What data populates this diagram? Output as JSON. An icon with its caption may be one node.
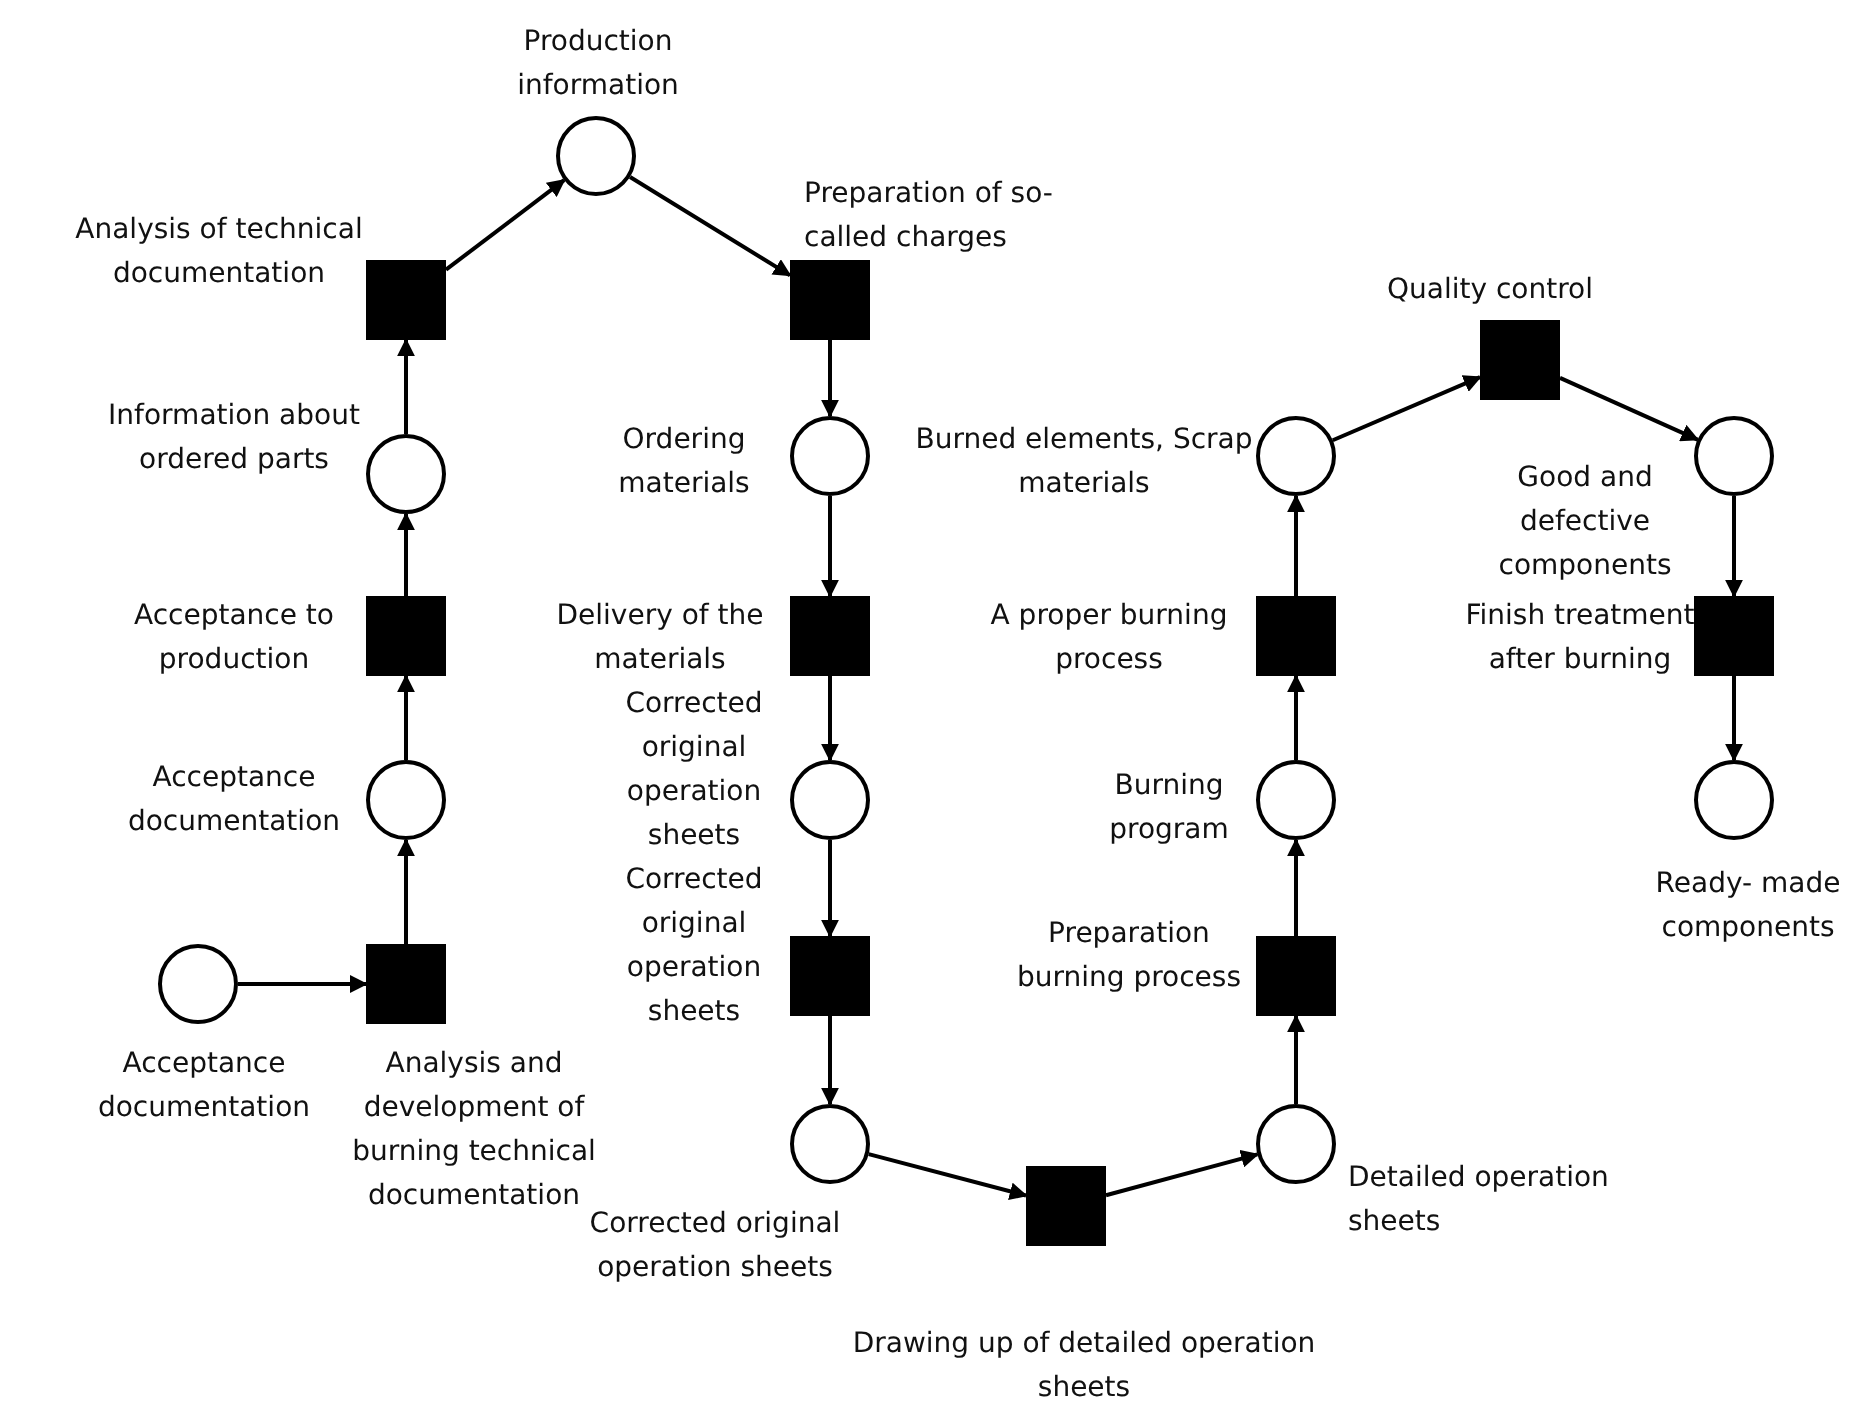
{
  "diagram": {
    "nodes": [
      {
        "text": [
          "Acceptance documentation"
        ]
      },
      {
        "text": [
          "Analysis and development of burning technical documentation"
        ]
      },
      {
        "text": [
          "Acceptance documentation"
        ]
      },
      {
        "text": [
          "Acceptance to production"
        ]
      },
      {
        "text": [
          "Information about ordered parts"
        ]
      },
      {
        "text": [
          "Analysis of technical documentation"
        ]
      },
      {
        "text": [
          "Production information"
        ]
      },
      {
        "text": [
          "Preparation of so-called charges"
        ]
      },
      {
        "text": [
          "Ordering materials"
        ]
      },
      {
        "text": [
          "Delivery of the materials"
        ]
      },
      {
        "text": [
          "Corrected original operation sheets"
        ]
      },
      {
        "text": [
          "Corrected original operation sheets"
        ]
      },
      {
        "text": [
          "Corrected original operation sheets"
        ]
      },
      {
        "text": [
          "Drawing up of detailed operation sheets"
        ]
      },
      {
        "text": [
          "Detailed operation sheets"
        ]
      },
      {
        "text": [
          "Preparation burning process"
        ]
      },
      {
        "text": [
          "Burning program"
        ]
      },
      {
        "text": [
          "A proper burning process"
        ]
      },
      {
        "text": [
          "Burned elements, Scrap materials"
        ]
      },
      {
        "text": [
          "Quality control"
        ]
      },
      {
        "text": [
          "Good and defective components"
        ]
      },
      {
        "text": [
          "Finish treatment after burning"
        ]
      },
      {
        "text": [
          "Ready- made components"
        ]
      }
    ],
    "edges": [
      {
        "from": 0,
        "to": 1,
        "arrow": "to"
      },
      {
        "from": 1,
        "to": 2,
        "arrow": "to"
      },
      {
        "from": 2,
        "to": 3,
        "arrow": "to"
      },
      {
        "from": 3,
        "to": 4,
        "arrow": "to"
      },
      {
        "from": 4,
        "to": 5,
        "arrow": "to"
      },
      {
        "from": 5,
        "to": 6,
        "arrow": "to"
      },
      {
        "from": 6,
        "to": 7,
        "arrow": "to"
      },
      {
        "from": 7,
        "to": 8,
        "arrow": "to"
      },
      {
        "from": 8,
        "to": 9,
        "arrow": "to"
      },
      {
        "from": 9,
        "to": 10,
        "arrow": "to"
      },
      {
        "from": 10,
        "to": 11,
        "arrow": "to"
      },
      {
        "from": 11,
        "to": 12,
        "arrow": "to"
      },
      {
        "from": 12,
        "to": 13,
        "arrow": "to"
      },
      {
        "from": 13,
        "to": 14,
        "arrow": "to"
      },
      {
        "from": 14,
        "to": 15,
        "arrow": "to"
      },
      {
        "from": 15,
        "to": 16,
        "arrow": "to"
      },
      {
        "from": 16,
        "to": 17,
        "arrow": "to"
      },
      {
        "from": 17,
        "to": 18,
        "arrow": "to"
      },
      {
        "from": 18,
        "to": 19,
        "arrow": "to"
      },
      {
        "from": 19,
        "to": 20,
        "arrow": "to"
      },
      {
        "from": 20,
        "to": 21,
        "arrow": "to"
      },
      {
        "from": 21,
        "to": 22,
        "arrow": "to"
      }
    ]
  }
}
